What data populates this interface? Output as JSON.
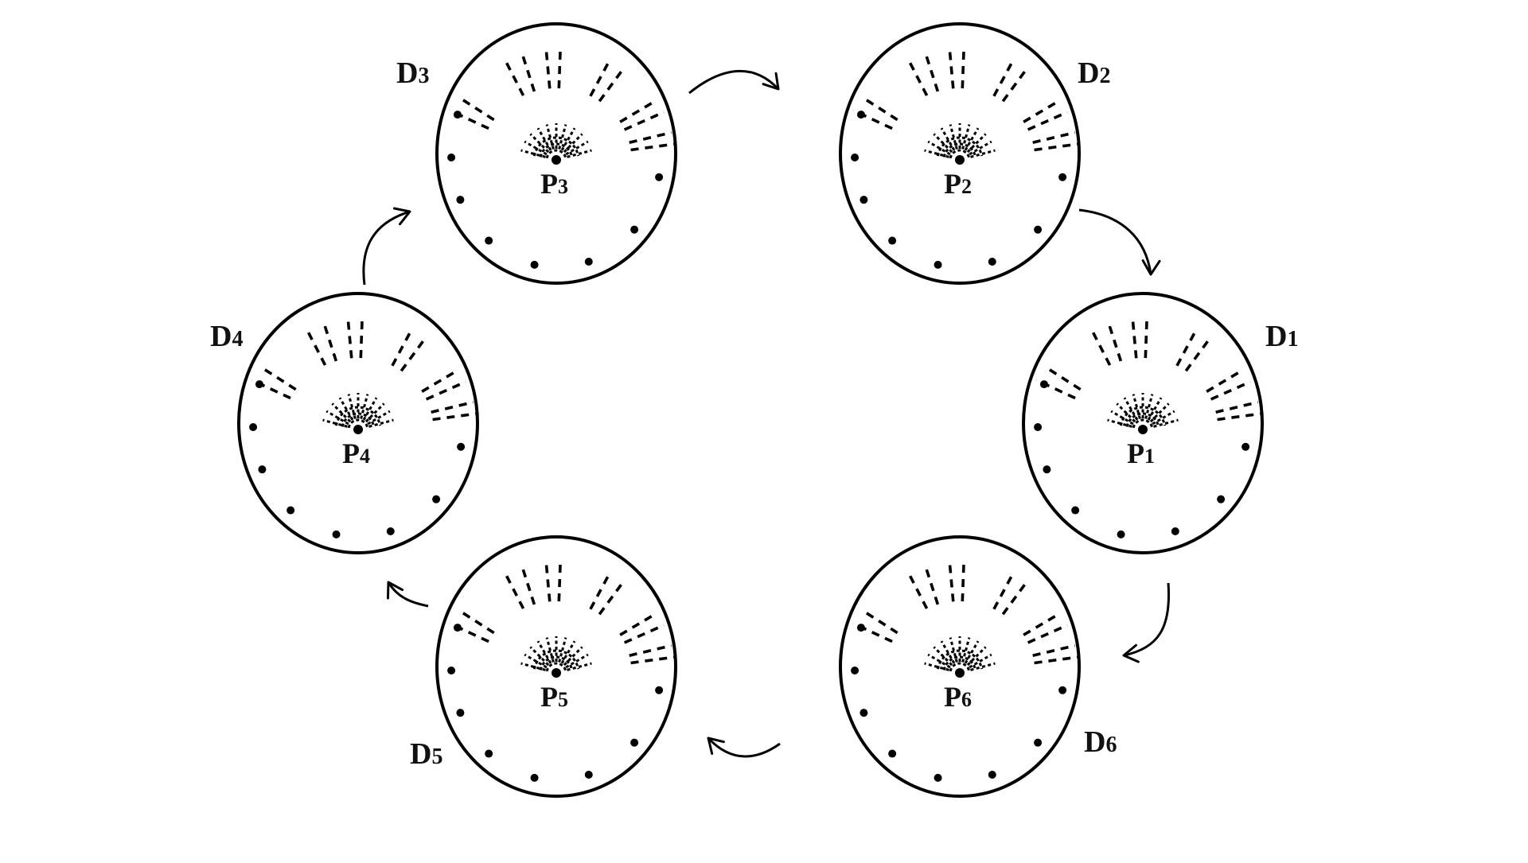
{
  "diagram": {
    "nodes": [
      {
        "id": "1",
        "disc_label": "D",
        "disc_sub": "1",
        "point_label": "P",
        "point_sub": "1"
      },
      {
        "id": "2",
        "disc_label": "D",
        "disc_sub": "2",
        "point_label": "P",
        "point_sub": "2"
      },
      {
        "id": "3",
        "disc_label": "D",
        "disc_sub": "3",
        "point_label": "P",
        "point_sub": "3"
      },
      {
        "id": "4",
        "disc_label": "D",
        "disc_sub": "4",
        "point_label": "P",
        "point_sub": "4"
      },
      {
        "id": "5",
        "disc_label": "D",
        "disc_sub": "5",
        "point_label": "P",
        "point_sub": "5"
      },
      {
        "id": "6",
        "disc_label": "D",
        "disc_sub": "6",
        "point_label": "P",
        "point_sub": "6"
      }
    ],
    "edges": [
      {
        "from": "3",
        "to": "2"
      },
      {
        "from": "2",
        "to": "1"
      },
      {
        "from": "1",
        "to": "6"
      },
      {
        "from": "6",
        "to": "5"
      },
      {
        "from": "5",
        "to": "4"
      },
      {
        "from": "4",
        "to": "3"
      }
    ],
    "dots_per_disc": 8,
    "ink_color": "#000000"
  }
}
